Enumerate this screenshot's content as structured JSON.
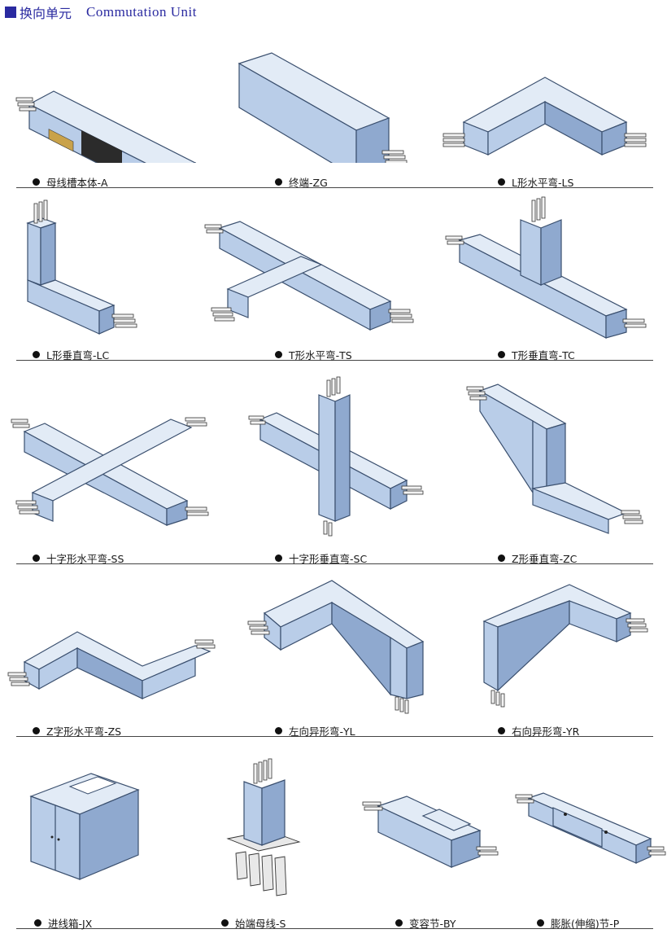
{
  "header": {
    "title_zh": "换向单元",
    "title_en": "Commutation Unit"
  },
  "colors": {
    "accent": "#2a2aa0",
    "housing": "#b9cde8"
  },
  "rows": [
    {
      "items": [
        {
          "label": "母线槽本体-A"
        },
        {
          "label": "终端-ZG"
        },
        {
          "label": "L形水平弯-LS"
        }
      ]
    },
    {
      "items": [
        {
          "label": "L形垂直弯-LC"
        },
        {
          "label": "T形水平弯-TS"
        },
        {
          "label": "T形垂直弯-TC"
        }
      ]
    },
    {
      "items": [
        {
          "label": "十字形水平弯-SS"
        },
        {
          "label": "十字形垂直弯-SC"
        },
        {
          "label": "Z形垂直弯-ZC"
        }
      ]
    },
    {
      "items": [
        {
          "label": "Z字形水平弯-ZS"
        },
        {
          "label": "左向异形弯-YL"
        },
        {
          "label": "右向异形弯-YR"
        }
      ]
    },
    {
      "items": [
        {
          "label": "进线箱-JX"
        },
        {
          "label": "始端母线-S"
        },
        {
          "label": "变容节-BY"
        },
        {
          "label": "膨胀(伸缩)节-P"
        }
      ]
    }
  ]
}
